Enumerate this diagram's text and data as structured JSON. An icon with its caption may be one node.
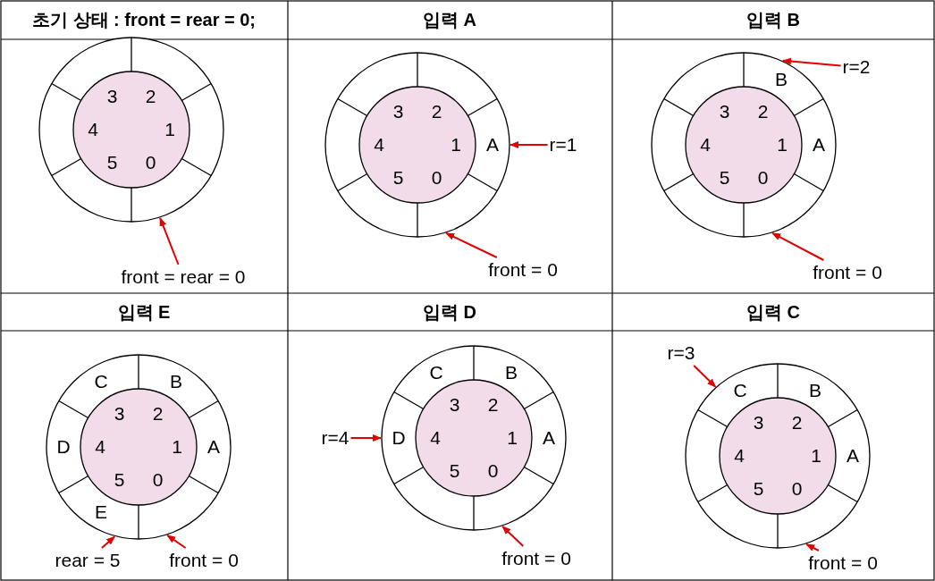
{
  "diagram": {
    "nodes": [
      {
        "text": [
          "front = rear = 0"
        ]
      },
      {
        "text": [
          "r=1"
        ]
      },
      {
        "text": [
          "front = 0"
        ]
      },
      {
        "text": [
          "r=2"
        ]
      },
      {
        "text": [
          "front = 0"
        ]
      },
      {
        "text": [
          "rear = 5"
        ]
      },
      {
        "text": [
          "front = 0"
        ]
      },
      {
        "text": [
          "r=4"
        ]
      },
      {
        "text": [
          "front = 0"
        ]
      },
      {
        "text": [
          "r=3"
        ]
      },
      {
        "text": [
          "front = 0"
        ]
      },
      {
        "text": [],
        "shape": "circle"
      },
      {
        "text": [],
        "shape": "circle"
      },
      {
        "text": [],
        "shape": "circle"
      },
      {
        "text": [],
        "shape": "circle"
      },
      {
        "text": [],
        "shape": "circle"
      },
      {
        "text": [],
        "shape": "circle"
      }
    ],
    "edges": [
      {
        "from": 0,
        "to": 11,
        "arrow": "to"
      },
      {
        "from": 1,
        "to": 12,
        "arrow": "to"
      },
      {
        "from": 2,
        "to": 12,
        "arrow": "to"
      },
      {
        "from": 3,
        "to": 13,
        "arrow": "to"
      },
      {
        "from": 4,
        "to": 13,
        "arrow": "to"
      },
      {
        "from": 5,
        "to": 14,
        "arrow": "to"
      },
      {
        "from": 6,
        "to": 14,
        "arrow": "to"
      },
      {
        "from": 7,
        "to": 15,
        "arrow": "to"
      },
      {
        "from": 8,
        "to": 15,
        "arrow": "to"
      },
      {
        "from": 9,
        "to": 16,
        "arrow": "to"
      },
      {
        "from": 10,
        "to": 16,
        "arrow": "to"
      }
    ],
    "labels": [
      "초기 상태 : front = rear = 0;",
      "입력 A",
      "입력 B",
      "3",
      "2",
      "4",
      "1",
      "5",
      "0",
      "3",
      "2",
      "4",
      "1",
      "A",
      "5",
      "0",
      "B",
      "3",
      "2",
      "4",
      "1",
      "A",
      "5",
      "0",
      "입력 E",
      "입력 D",
      "입력 C",
      "C",
      "B",
      "3",
      "2",
      "D",
      "4",
      "1",
      "A",
      "5",
      "0",
      "E",
      "C",
      "B",
      "3",
      "2",
      "D",
      "4",
      "1",
      "A",
      "5",
      "0",
      "C",
      "B",
      "3",
      "2",
      "4",
      "1",
      "A",
      "5",
      "0"
    ]
  }
}
